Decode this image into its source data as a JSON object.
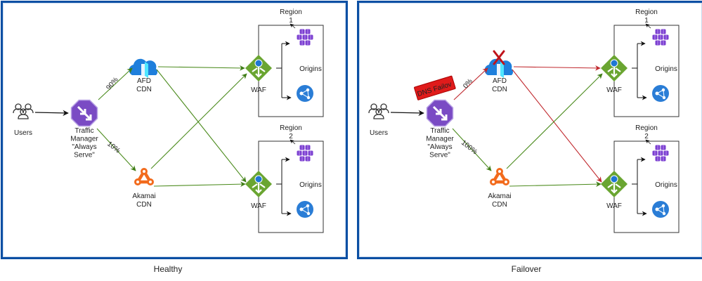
{
  "panels": [
    {
      "id": "healthy",
      "caption": "Healthy",
      "users_label": "Users",
      "traffic_manager_label": [
        "Traffic",
        "Manager",
        "\"Always",
        "Serve\""
      ],
      "afd_label": [
        "AFD",
        "CDN"
      ],
      "akamai_label": [
        "Akamai",
        "CDN"
      ],
      "afd_edge_label": "90%",
      "akamai_edge_label": "10%",
      "afd_state": "healthy",
      "dns_failover_badge": null,
      "regions": [
        {
          "title": [
            "Region",
            "1"
          ],
          "waf_label": "WAF",
          "origins_label": "Origins"
        },
        {
          "title": [
            "Region",
            "2"
          ],
          "waf_label": "WAF",
          "origins_label": "Origins"
        }
      ],
      "edge_colors": {
        "tm_to_afd": "#4d8c1f",
        "afd_to_waf": "#4d8c1f",
        "tm_to_akamai": "#4d8c1f",
        "akamai_to_waf": "#4d8c1f"
      }
    },
    {
      "id": "failover",
      "caption": "Failover",
      "users_label": "Users",
      "traffic_manager_label": [
        "Traffic",
        "Manager",
        "\"Always",
        "Serve\""
      ],
      "afd_label": [
        "AFD",
        "CDN"
      ],
      "akamai_label": [
        "Akamai",
        "CDN"
      ],
      "afd_edge_label": "0%",
      "akamai_edge_label": "100%",
      "afd_state": "failed",
      "dns_failover_badge": "DNS Failov",
      "regions": [
        {
          "title": [
            "Region",
            "1"
          ],
          "waf_label": "WAF",
          "origins_label": "Origins"
        },
        {
          "title": [
            "Region",
            "2"
          ],
          "waf_label": "WAF",
          "origins_label": "Origins"
        }
      ],
      "edge_colors": {
        "tm_to_afd": "#c0282d",
        "afd_to_waf": "#c0282d",
        "tm_to_akamai": "#4d8c1f",
        "akamai_to_waf": "#4d8c1f"
      }
    }
  ],
  "colors": {
    "panel_border": "#0b4fa3",
    "healthy_edge": "#4d8c1f",
    "failed_edge": "#c0282d",
    "traffic_manager": "#7a4bc4",
    "afd_cloud": "#1f7fdc",
    "akamai": "#f26b1d",
    "waf": "#6aa531",
    "origin_app": "#2a7dd6",
    "origin_cluster": "#7b3fd0",
    "failover_badge": "#e01b1b"
  }
}
